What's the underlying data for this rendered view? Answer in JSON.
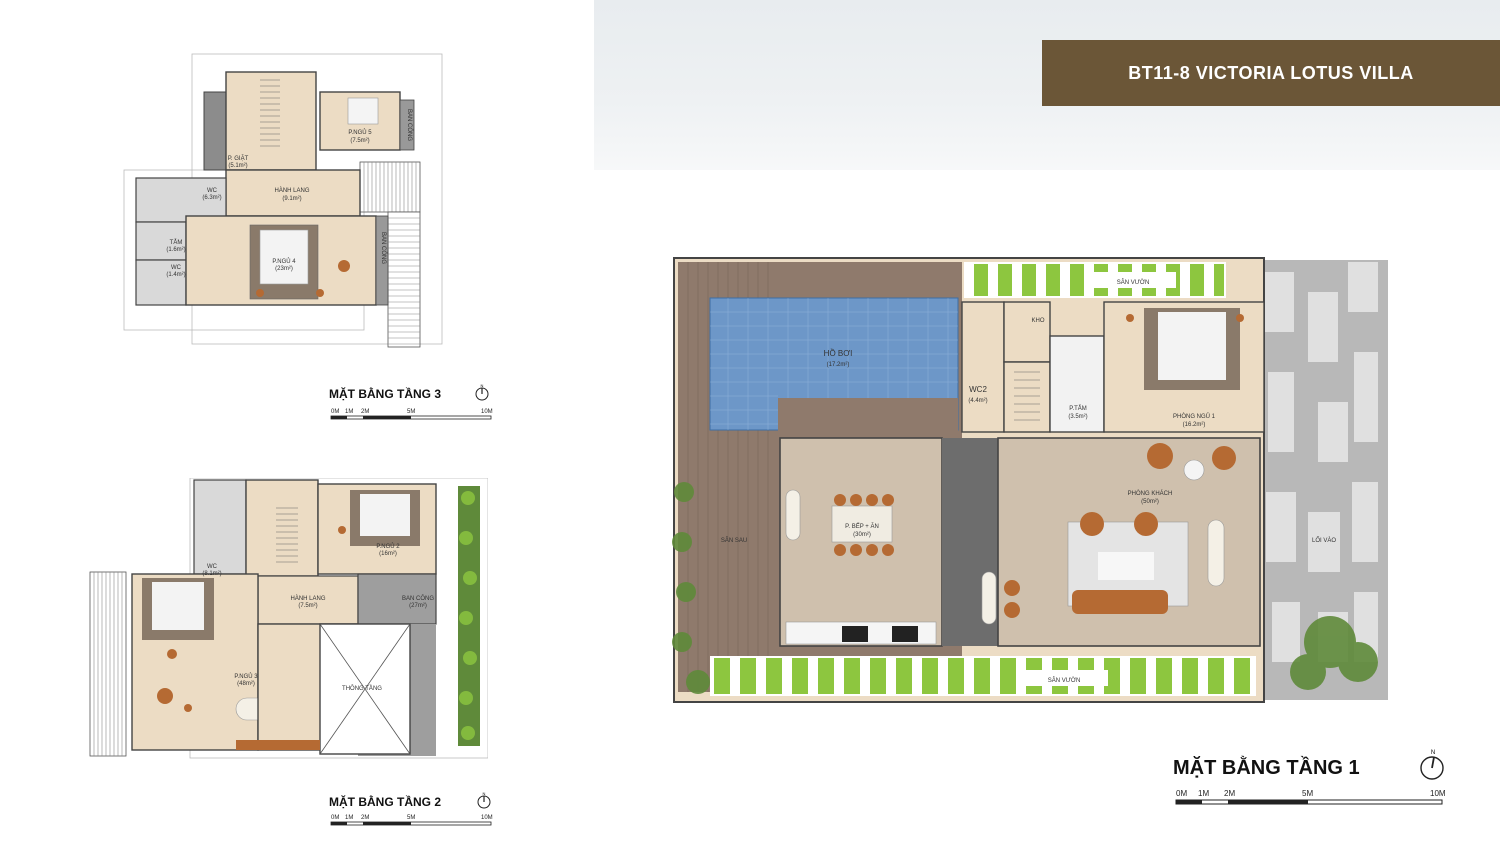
{
  "title": "BT11-8 VICTORIA LOTUS VILLA",
  "floor3": {
    "heading": "MẶT BẰNG TẦNG 3",
    "rooms": {
      "bedroom5": "P.NGỦ 5",
      "bedroom5_area": "(7.5m²)",
      "balcony_a": "BAN CÔNG",
      "laundry": "P. GIẶT",
      "laundry_area": "(5.1m²)",
      "hallway": "HÀNH LANG",
      "hallway_area": "(9.1m²)",
      "wc_a": "WC",
      "wc_a_area": "(6.3m²)",
      "bath": "TẮM",
      "bath_area": "(1.6m²)",
      "wc_b": "WC",
      "wc_b_area": "(1.4m²)",
      "bedroom4": "P.NGỦ 4",
      "bedroom4_area": "(23m²)",
      "balcony_b": "BAN CÔNG"
    },
    "scale": [
      "0M",
      "1M",
      "2M",
      "5M",
      "10M"
    ]
  },
  "floor2": {
    "heading": "MẶT BẰNG TẦNG 2",
    "rooms": {
      "wc": "WC",
      "wc_area": "(8.1m²)",
      "bedroom2": "P.NGỦ 2",
      "bedroom2_area": "(16m²)",
      "hallway": "HÀNH LANG",
      "hallway_area": "(7.5m²)",
      "balcony": "BAN CÔNG",
      "balcony_area": "(27m²)",
      "bedroom3": "P.NGỦ 3",
      "bedroom3_area": "(48m²)",
      "void": "THÔNG TẦNG"
    },
    "scale": [
      "0M",
      "1M",
      "2M",
      "5M",
      "10M"
    ]
  },
  "floor1": {
    "heading": "MẶT BẰNG TẦNG 1",
    "rooms": {
      "garden_top": "SÂN VƯỜN",
      "pool": "HỒ BƠI",
      "pool_area": "(17.2m²)",
      "storage": "KHO",
      "wc2": "WC2",
      "wc2_area": "(4.4m²)",
      "bath": "P.TẮM",
      "bath_area": "(3.5m²)",
      "bedroom1": "PHÒNG NGỦ 1",
      "bedroom1_area": "(16.2m²)",
      "back_yard": "SÂN SAU",
      "kitchen": "P. BẾP + ĂN",
      "kitchen_area": "(30m²)",
      "living": "PHÒNG KHÁCH",
      "living_area": "(50m²)",
      "entrance": "LỐI VÀO",
      "garden_bottom": "SÂN VƯỜN"
    },
    "scale": [
      "0M",
      "1M",
      "2M",
      "5M",
      "10M"
    ]
  },
  "colors": {
    "title_bg": "#6b5637",
    "floor": "#ecdcc4",
    "marble": "#c9bcad",
    "deck": "#8f7a6c",
    "pool": "#6d97c8",
    "grass": "#8dc63f",
    "wall": "#4a4a4a",
    "furniture": "#b56a33"
  }
}
